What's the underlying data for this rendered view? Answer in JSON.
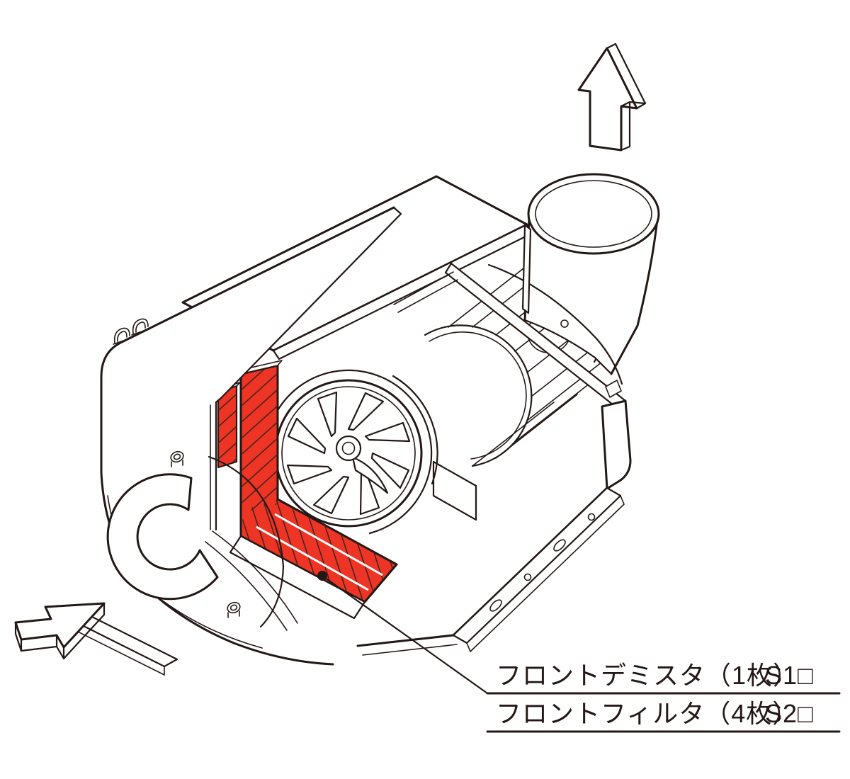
{
  "callout": {
    "rows": [
      {
        "label": "フロントデミスタ（1枚）",
        "code": "S1□"
      },
      {
        "label": "フロントフィルタ（4枚）",
        "code": "S2□"
      }
    ]
  },
  "icons": {
    "outlet": "airflow-up-arrow-icon",
    "inlet": "airflow-inlet-arrow-icon"
  },
  "colors": {
    "highlight": "#ee3424",
    "line": "#231815",
    "hatch": "#3a221b",
    "background": "#ffffff"
  }
}
